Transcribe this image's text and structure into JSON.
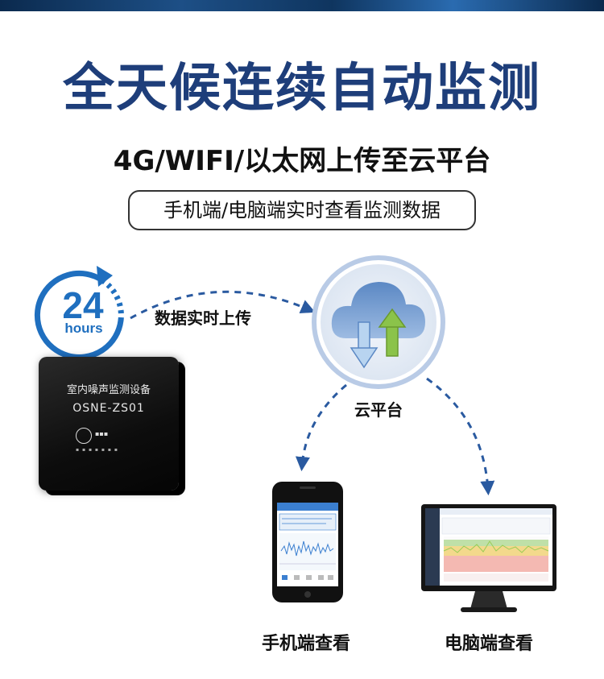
{
  "headline": "全天候连续自动监测",
  "subhead": "4G/WIFI/以太网上传至云平台",
  "pill_text": "手机端/电脑端实时查看监测数据",
  "clock": {
    "number": "24",
    "unit": "hours"
  },
  "device": {
    "title": "室内噪声监测设备",
    "model": "OSNE-ZS01"
  },
  "flow": {
    "upload_label": "数据实时上传",
    "cloud_label": "云平台",
    "phone_label": "手机端查看",
    "pc_label": "电脑端查看"
  },
  "colors": {
    "headline": "#1e3e7a",
    "accent": "#2a6bb8",
    "cloud": "#7fa6d6",
    "arrow_green": "#8bc34a"
  }
}
